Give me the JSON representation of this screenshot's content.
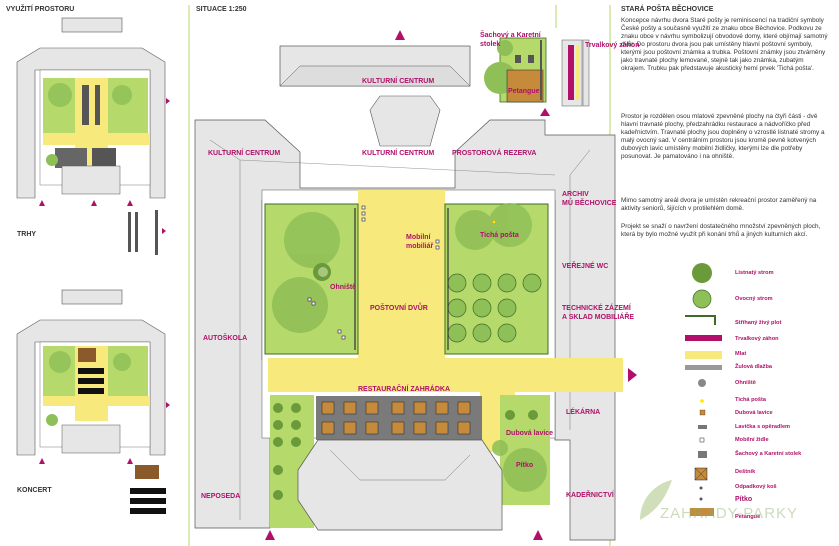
{
  "headers": {
    "left_title": "VYUŽITÍ PROSTORU",
    "situation": "SITUACE 1:250",
    "right_title": "STARÁ POŠTA BĚCHOVICE",
    "trhy": "TRHY",
    "koncert": "KONCERT"
  },
  "plan_labels": {
    "kulturni_centrum_top": "KULTURNÍ CENTRUM",
    "kulturni_centrum_left": "KULTURNÍ CENTRUM",
    "kulturni_centrum_mid": "KULTURNÍ CENTRUM",
    "prostorova_rezerva": "PROSTOROVÁ REZERVA",
    "archiv_1": "ARCHIV",
    "archiv_2": "MÚ BĚCHOVICE",
    "verejne_wc": "VEŘEJNÉ WC",
    "technicke_1": "TECHNICKÉ ZÁZEMÍ",
    "technicke_2": "A SKLAD MOBILIÁŘE",
    "autoskola": "AUTOŠKOLA",
    "postovni_dvur": "POŠTOVNÍ DVŮR",
    "restauracni": "RESTAURAČNÍ ZAHRÁDKA",
    "lekarna": "LÉKÁRNA",
    "kadernictvi": "KADEŘNICTVÍ",
    "neposeda": "NEPOSEDA",
    "ohniste": "Ohniště",
    "mobilni_1": "Mobilní",
    "mobilni_2": "mobiliář",
    "ticha_posta": "Tichá pošta",
    "dubova_lavice": "Dubová lavice",
    "pitko": "Pítko",
    "sachovy_1": "Šachový a Karetní",
    "sachovy_2": "stolek",
    "trvalkovy": "Trvalkový záhon",
    "petangue": "Petangue"
  },
  "paragraphs": [
    "Koncepce návrhu dvora Staré pošty je reminiscencí na tradiční symboly České pošty a současně využití ze znaku obce Běchovice. Podkovu ze znaku obce v návrhu symbolizují obvodové domy, které objímají samotný dvůr. Do prostoru dvora jsou pak umístěny hlavní poštovní symboly, kterými jsou poštovní známka a trubka. Poštovní známky jsou ztvárněny jako travnaté plochy lemované, stejně tak jako známka, zubatým okrajem. Trubku pak představuje akustický hemí prvek 'Tichá pošta'.",
    "Prostor je rozdělen osou mlatové zpevněné plochy na čtyři části - dvě hlavní travnaté plochy, předzahrádku restaurace a nádvoříčko před kadeřnictvím. Travnaté plochy jsou doplněny o vzrostlé listnaté stromy a malý ovocný sad. V centrálním prostoru jsou kromě pevně kotvených dubových lavic umístěny mobilní židličky, kterými lze dle potřeby posunovat. Je pamatováno i na ohniště.",
    "Mimo samotný areál dvora je umístěn rekreační prostor zaměřený na aktivity seniorů, šijících v protilehlém domě.",
    "Projekt se snaží o navržení dostatečného množství zpevněných ploch, která by bylo možné využít při konání trhů a jiných kulturních akcí."
  ],
  "legend": [
    {
      "label": "Listnatý strom",
      "icon": "deciduous-tree-icon"
    },
    {
      "label": "Ovocný strom",
      "icon": "fruit-tree-icon"
    },
    {
      "label": "Stříhaný živý plot",
      "icon": "hedge-icon"
    },
    {
      "label": "Trvalkový záhon",
      "icon": "perennial-bed-icon"
    },
    {
      "label": "Mlat",
      "icon": "gravel-path-icon"
    },
    {
      "label": "Žulová dlažba",
      "icon": "granite-paving-icon"
    },
    {
      "label": "Ohniště",
      "icon": "fire-pit-icon"
    },
    {
      "label": "Tichá pošta",
      "icon": "whisper-tube-icon"
    },
    {
      "label": "Dubová lavice",
      "icon": "oak-bench-icon"
    },
    {
      "label": "Lavička s opěradlem",
      "icon": "bench-backrest-icon"
    },
    {
      "label": "Mobilní židle",
      "icon": "mobile-chair-icon"
    },
    {
      "label": "Šachový a Karetní stolek",
      "icon": "chess-table-icon"
    },
    {
      "label": "Deštník",
      "icon": "umbrella-icon"
    },
    {
      "label": "Odpadkový koš",
      "icon": "waste-bin-icon"
    },
    {
      "label": "Pítko",
      "icon": "drinking-fountain-icon"
    },
    {
      "label": "Petangue",
      "icon": "petanque-icon"
    }
  ],
  "watermark": "ZAHRADY-PARKY",
  "colors": {
    "grass": "#b5d96a",
    "path": "#f7e97c",
    "magenta": "#b0106a",
    "tree": "#8fbf57",
    "building": "#e6e6e6"
  }
}
